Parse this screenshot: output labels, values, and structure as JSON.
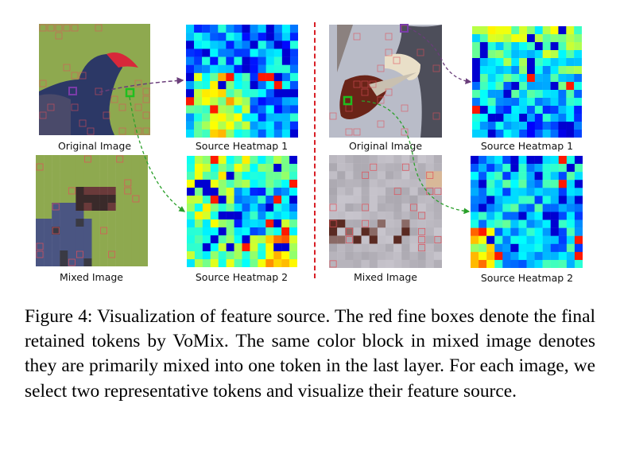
{
  "figure": {
    "left_example": {
      "original_label": "Original Image",
      "heatmap1_label": "Source Heatmap 1",
      "mixed_label": "Mixed Image",
      "heatmap2_label": "Source Heatmap 2"
    },
    "right_example": {
      "original_label": "Original Image",
      "heatmap1_label": "Source Heatmap 1",
      "mixed_label": "Mixed Image",
      "heatmap2_label": "Source Heatmap 2"
    },
    "colors": {
      "token1_box": "#7a3ca8",
      "token2_box": "#1fbf1f",
      "retained_box": "#e0505a",
      "divider": "#d81f26"
    }
  },
  "caption": "Figure 4: Visualization of feature source. The red fine boxes denote the final retained tokens by VoMix. The same color block in mixed image denotes they are primarily mixed into one token in the last layer. For each image, we select two representative tokens and visualize their feature source."
}
